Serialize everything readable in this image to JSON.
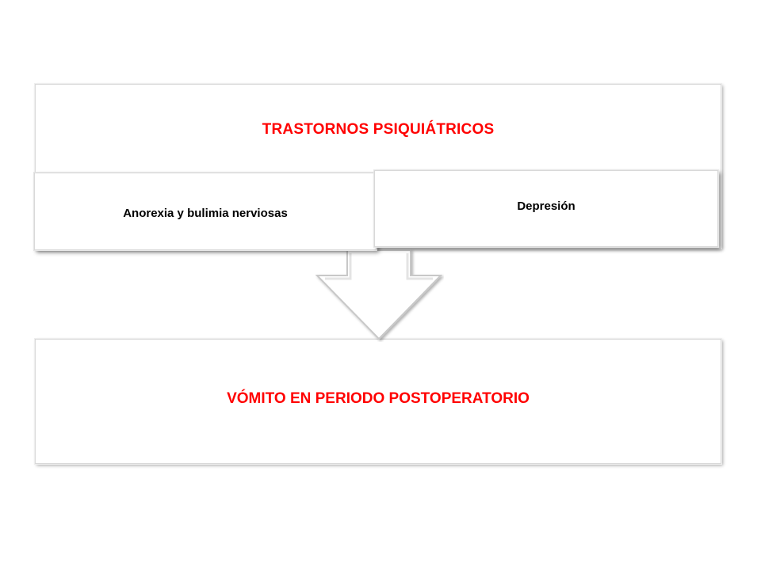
{
  "diagram": {
    "top": {
      "title": "TRASTORNOS PSIQUIÁTRICOS",
      "children": [
        {
          "label": "Anorexia y bulimia nerviosas"
        },
        {
          "label": "Depresión"
        }
      ]
    },
    "bottom": {
      "title": "VÓMITO EN PERIODO POSTOPERATORIO"
    },
    "colors": {
      "title_text": "#ff0000",
      "body_text": "#000000",
      "box_fill": "#ffffff",
      "arrow_fill": "#ffffff",
      "arrow_stroke": "#c8c8c8"
    }
  }
}
